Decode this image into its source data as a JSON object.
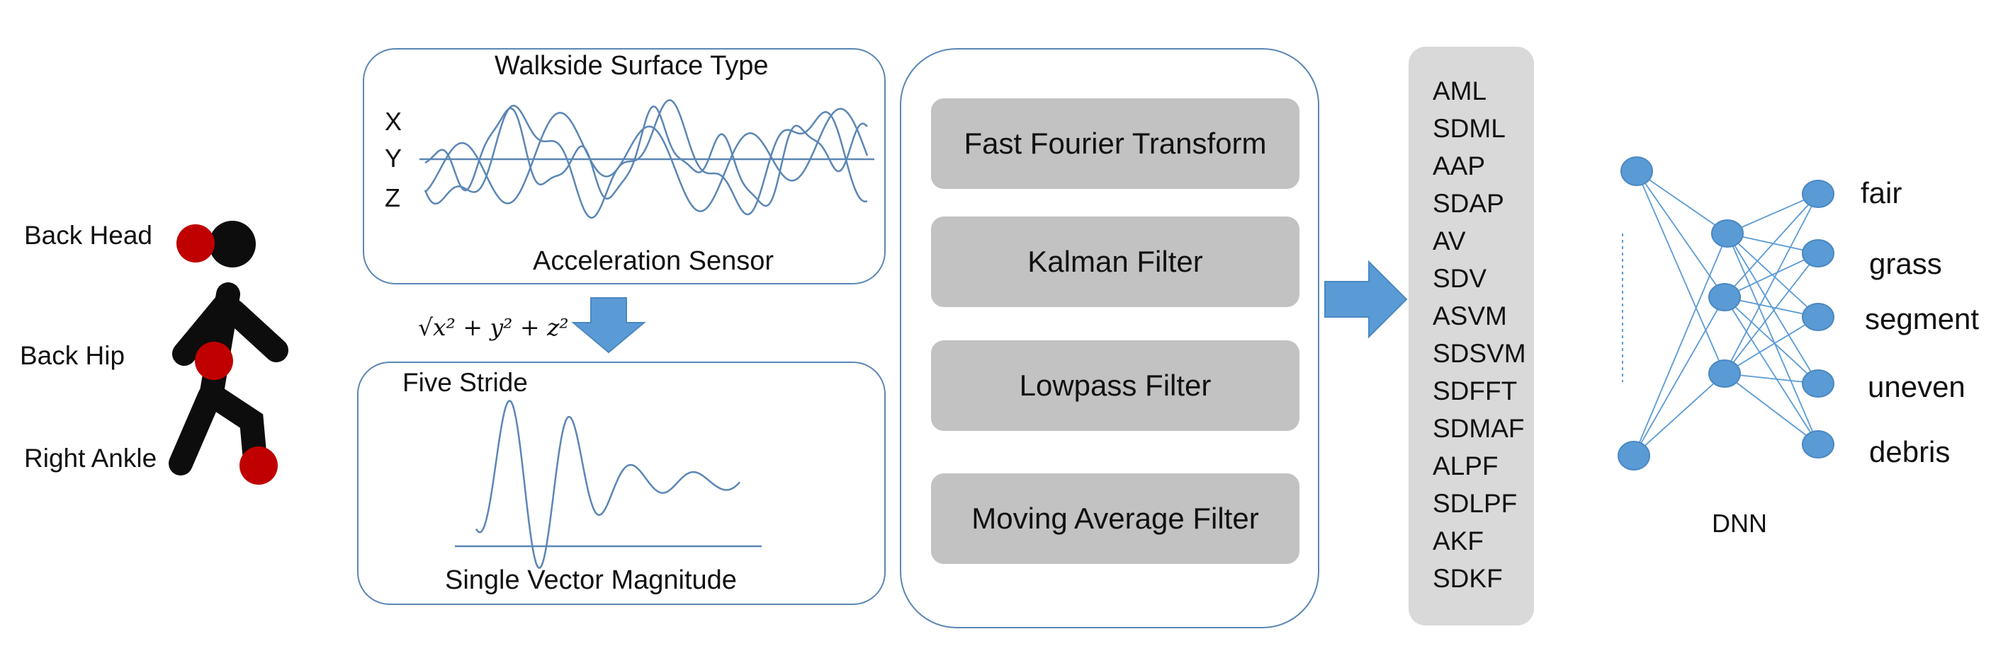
{
  "body_markers": [
    {
      "label": "Back Head"
    },
    {
      "label": "Back Hip"
    },
    {
      "label": "Right Ankle"
    }
  ],
  "sensor_panel": {
    "title": "Walkside Surface Type",
    "axes": [
      "X",
      "Y",
      "Z"
    ],
    "caption": "Acceleration Sensor"
  },
  "formula": "√x² + y² + z²",
  "svm_panel": {
    "title": "Five Stride",
    "caption": "Single Vector Magnitude"
  },
  "filters": [
    "Fast Fourier Transform",
    "Kalman Filter",
    "Lowpass Filter",
    "Moving Average Filter"
  ],
  "features": [
    "AML",
    "SDML",
    "AAP",
    "SDAP",
    "AV",
    "SDV",
    "ASVM",
    "SDSVM",
    "SDFFT",
    "SDMAF",
    "ALPF",
    "SDLPF",
    "AKF",
    "SDKF"
  ],
  "dnn": {
    "label": "DNN",
    "outputs": [
      "fair",
      "grass",
      "segment",
      "uneven",
      "debris"
    ]
  },
  "colors": {
    "panel_border": "#5b86b5",
    "arrow": "#5b9bd5",
    "node": "#5b9bd5",
    "marker": "#c00000",
    "filter_box": "#c2c2c2",
    "feature_box": "#d9d9d9"
  }
}
